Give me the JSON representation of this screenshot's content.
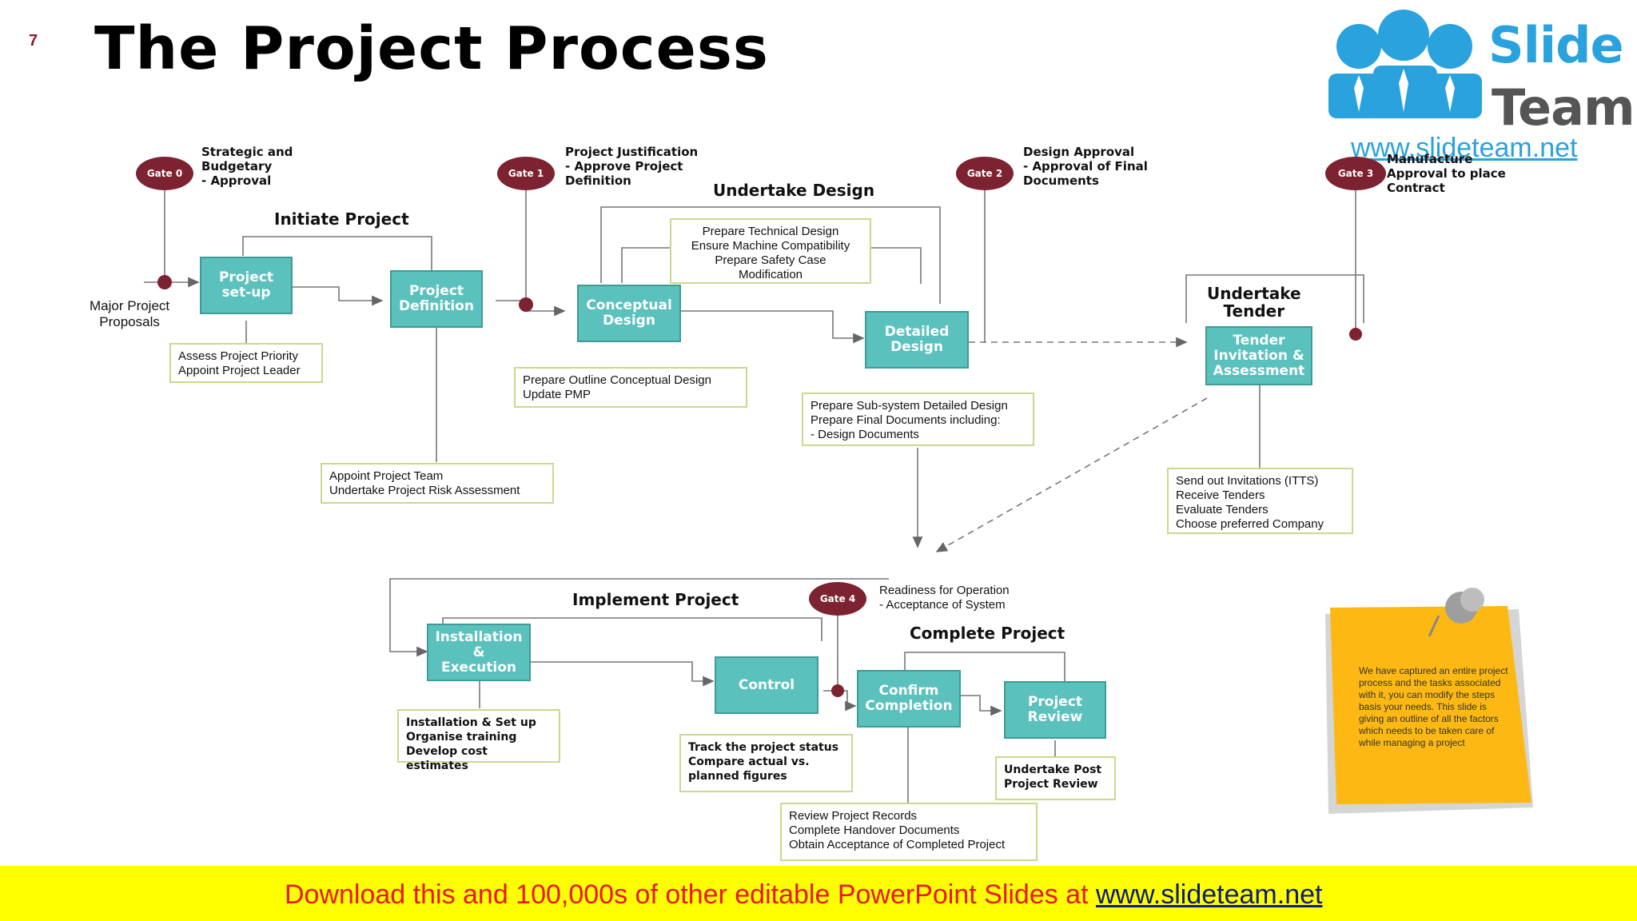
{
  "slide_number": "7",
  "title": "The Project Process",
  "logo": {
    "word1": "Slide",
    "word2": "Team",
    "url": "www.slideteam.net"
  },
  "gates": [
    {
      "label": "Gate 0",
      "text": "Strategic and\nBudgetary\n- Approval"
    },
    {
      "label": "Gate 1",
      "text": "Project Justification\n- Approve Project\nDefinition"
    },
    {
      "label": "Gate 2",
      "text": "Design Approval\n- Approval of Final\nDocuments"
    },
    {
      "label": "Gate 3",
      "text": "Manufacture\nApproval to place\nContract"
    },
    {
      "label": "Gate 4",
      "text": "Readiness for Operation\n- Acceptance of System"
    }
  ],
  "stages": {
    "initiate": "Initiate Project",
    "design": "Undertake Design",
    "tender": "Undertake\nTender",
    "implement": "Implement Project",
    "complete": "Complete Project"
  },
  "major_proposals": "Major Project\nProposals",
  "processes": {
    "setup": "Project\nset-up",
    "definition": "Project\nDefinition",
    "conceptual": "Conceptual\nDesign",
    "detailed": "Detailed\nDesign",
    "tender": "Tender\nInvitation &\nAssessment",
    "installation": "Installation\n&\nExecution",
    "control": "Control",
    "confirm": "Confirm\nCompletion",
    "review": "Project\nReview"
  },
  "notes": {
    "setup": "Assess Project Priority\nAppoint Project Leader",
    "definition": "Appoint Project Team\nUndertake Project Risk Assessment",
    "technical": "Prepare Technical Design\nEnsure Machine Compatibility\nPrepare Safety Case\nModification",
    "conceptual": "Prepare Outline Conceptual Design\nUpdate PMP",
    "detailed": "Prepare Sub-system Detailed Design\nPrepare Final Documents including:\n- Design Documents",
    "tender": "Send out Invitations (ITTS)\nReceive Tenders\nEvaluate Tenders\nChoose preferred Company",
    "installation": "Installation & Set up\nOrganise training\nDevelop cost estimates",
    "control": "Track the project status\nCompare actual vs.\nplanned figures",
    "review": "Undertake Post\nProject Review",
    "confirm": "Review Project Records\nComplete Handover Documents\nObtain Acceptance of Completed Project"
  },
  "sticky_note": "We have captured an entire project process and the tasks associated with it, you can modify the steps basis your needs. This slide is giving an outline of all the factors which needs to be taken care of while managing a project",
  "banner": {
    "text": "Download this and 100,000s of other editable PowerPoint Slides at ",
    "link": "www.slideteam.net"
  },
  "colors": {
    "process": "#5bc1bd",
    "gate": "#7d2230",
    "note_border": "#c9d98f",
    "banner_bg": "#ffff00",
    "banner_text": "#e8171f"
  }
}
